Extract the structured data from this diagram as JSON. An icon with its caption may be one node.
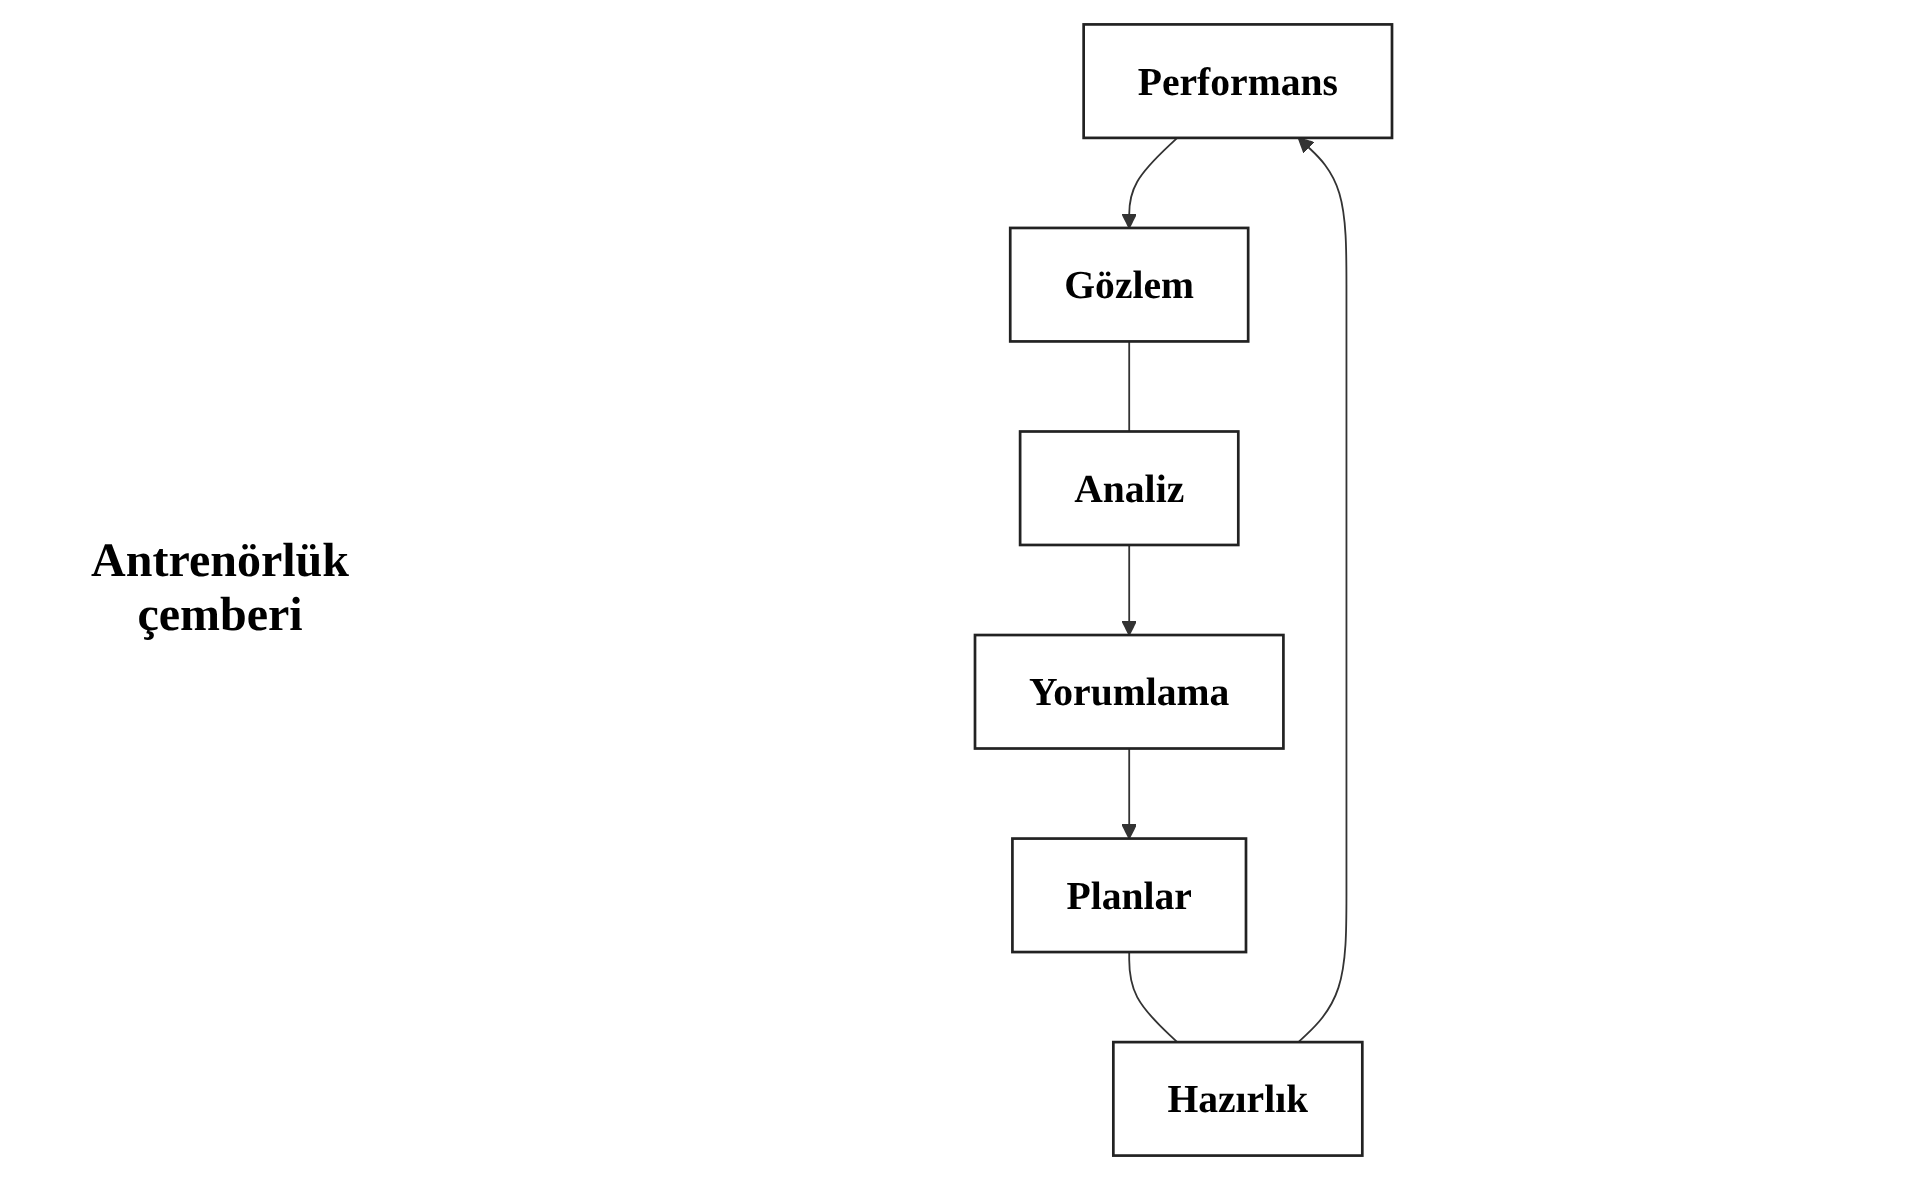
{
  "diagram": {
    "nodes": [
      {
        "text": [
          "Performans"
        ]
      },
      {
        "text": [
          "Gözlem"
        ]
      },
      {
        "text": [
          "Analiz"
        ]
      },
      {
        "text": [
          "Yorumlama"
        ]
      },
      {
        "text": [
          "Planlar"
        ]
      },
      {
        "text": [
          "Hazırlık"
        ]
      }
    ],
    "edges": [
      {
        "from": 0,
        "to": 1,
        "arrow": "to"
      },
      {
        "from": 1,
        "to": 2,
        "arrow": "none"
      },
      {
        "from": 2,
        "to": 3,
        "arrow": "to"
      },
      {
        "from": 3,
        "to": 4,
        "arrow": "to"
      },
      {
        "from": 4,
        "to": 5,
        "arrow": "none"
      },
      {
        "from": 5,
        "to": 0,
        "arrow": "to"
      }
    ],
    "labels": [
      "Antrenörlük çemberi"
    ]
  }
}
